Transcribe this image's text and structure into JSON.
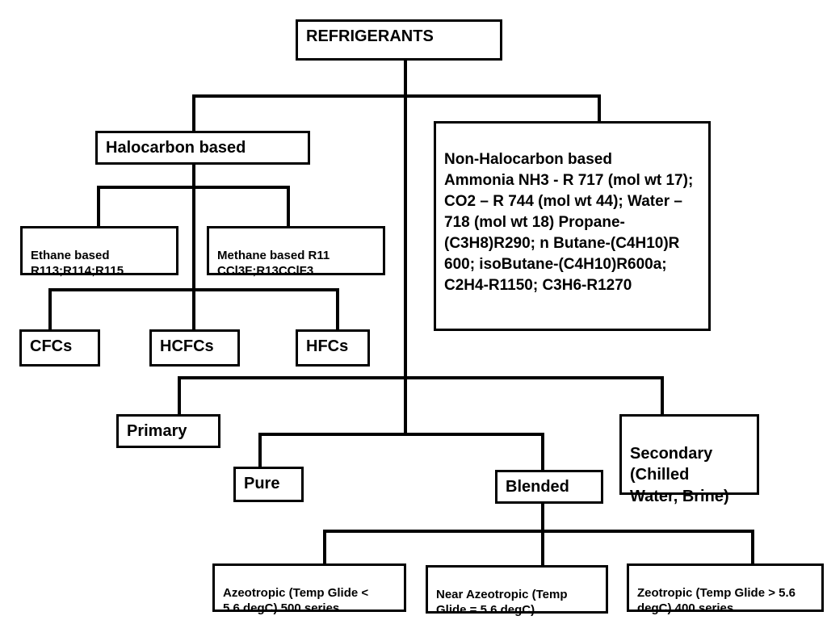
{
  "nodes": {
    "refrigerants": "REFRIGERANTS",
    "halocarbon": "Halocarbon based",
    "non_halocarbon": "Non-Halocarbon based\nAmmonia NH3 - R 717 (mol wt 17);  CO2 – R 744 (mol wt 44); Water – 718 (mol wt 18) Propane-(C3H8)R290; n Butane-(C4H10)R 600; isoButane-(C4H10)R600a; C2H4-R1150; C3H6-R1270",
    "ethane": "Ethane based\nR113;R114;R115",
    "methane": "Methane based R11\nCCl3F;R13CClF3",
    "cfcs": "CFCs",
    "hcfcs": "HCFCs",
    "hfcs": "HFCs",
    "primary": "Primary",
    "secondary": "Secondary\n(Chilled\nWater, Brine)",
    "pure": "Pure",
    "blended": "Blended",
    "azeotropic": "Azeotropic (Temp Glide <\n5.6 degC)  500 series",
    "near_azeotropic": "Near Azeotropic (Temp\nGlide = 5.6 degC)",
    "zeotropic": "Zeotropic (Temp Glide > 5.6\ndegC) 400 series"
  }
}
